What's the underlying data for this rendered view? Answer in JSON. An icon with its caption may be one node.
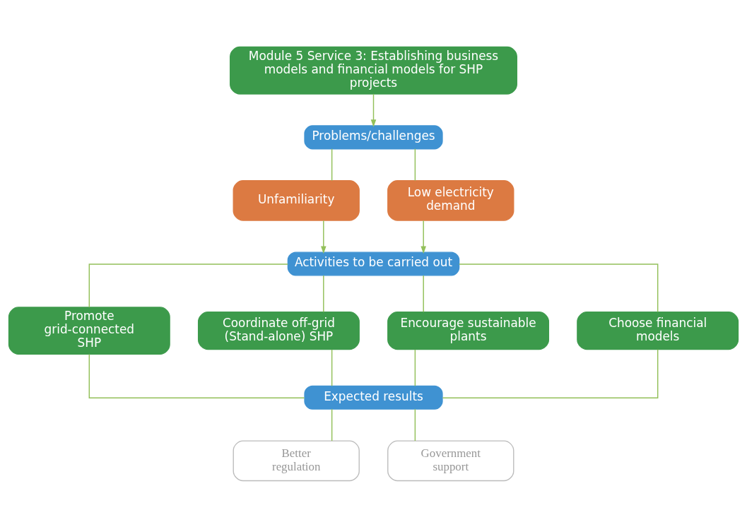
{
  "diagram": {
    "nodes": [
      {
        "text": [
          "Module 5 Service 3: Establishing business models and financial models for SHP projects"
        ]
      },
      {
        "text": [
          "Problems/challenges"
        ]
      },
      {
        "text": [
          "Unfamiliarity"
        ]
      },
      {
        "text": [
          "Low electricity demand"
        ]
      },
      {
        "text": [
          "Activities to be carried out"
        ]
      },
      {
        "text": [
          "Promote grid-connected SHP"
        ]
      },
      {
        "text": [
          "Coordinate off-grid (Stand-alone) SHP"
        ]
      },
      {
        "text": [
          "Encourage sustainable plants"
        ]
      },
      {
        "text": [
          "Choose financial models"
        ]
      },
      {
        "text": [
          "Expected results"
        ]
      },
      {
        "text": [
          "Better regulation"
        ]
      },
      {
        "text": [
          "Government support"
        ]
      }
    ],
    "edges": [
      {
        "from": 0,
        "to": 1,
        "arrow": "to"
      },
      {
        "from": 1,
        "to": 2,
        "arrow": "none"
      },
      {
        "from": 1,
        "to": 3,
        "arrow": "none"
      },
      {
        "from": 2,
        "to": 4,
        "arrow": "to"
      },
      {
        "from": 3,
        "to": 4,
        "arrow": "to"
      },
      {
        "from": 4,
        "to": 5,
        "arrow": "none"
      },
      {
        "from": 4,
        "to": 6,
        "arrow": "none"
      },
      {
        "from": 4,
        "to": 7,
        "arrow": "none"
      },
      {
        "from": 4,
        "to": 8,
        "arrow": "none"
      },
      {
        "from": 5,
        "to": 9,
        "arrow": "none"
      },
      {
        "from": 6,
        "to": 9,
        "arrow": "none"
      },
      {
        "from": 7,
        "to": 9,
        "arrow": "none"
      },
      {
        "from": 8,
        "to": 9,
        "arrow": "none"
      },
      {
        "from": 9,
        "to": 10,
        "arrow": "none"
      },
      {
        "from": 9,
        "to": 11,
        "arrow": "none"
      }
    ]
  }
}
